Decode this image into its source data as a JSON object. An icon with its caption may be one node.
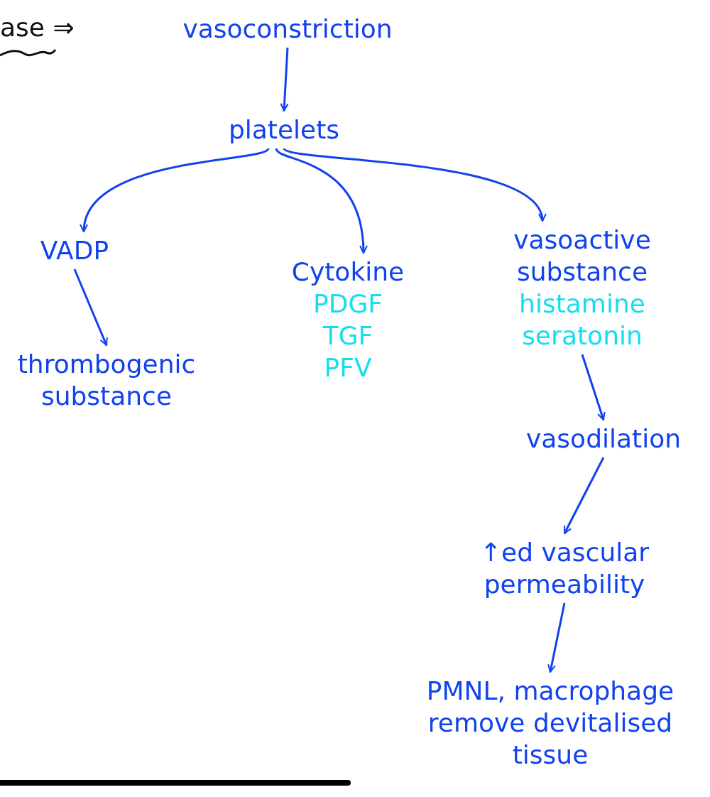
{
  "diagram": {
    "nodes": [
      {
        "text": [
          "vasoconstriction"
        ]
      },
      {
        "text": [
          "platelets"
        ]
      },
      {
        "text": [
          "VADP"
        ]
      },
      {
        "text": [
          "thrombogenic substance"
        ]
      },
      {
        "text": [
          "Cytokine",
          "PDGF",
          "TGF",
          "PFV"
        ]
      },
      {
        "text": [
          "vasoactive substance",
          "histamine",
          "seratonin"
        ]
      },
      {
        "text": [
          "vasodilation"
        ]
      },
      {
        "text": [
          "↑ed vascular permeability"
        ]
      },
      {
        "text": [
          "PMNL, macrophage remove devitalised tissue"
        ]
      }
    ],
    "edges": [
      {
        "from": 0,
        "to": 1,
        "arrow": "to"
      },
      {
        "from": 1,
        "to": 2,
        "arrow": "to"
      },
      {
        "from": 1,
        "to": 4,
        "arrow": "to"
      },
      {
        "from": 1,
        "to": 5,
        "arrow": "to"
      },
      {
        "from": 2,
        "to": 3,
        "arrow": "to"
      },
      {
        "from": 5,
        "to": 6,
        "arrow": "to"
      },
      {
        "from": 6,
        "to": 7,
        "arrow": "to"
      },
      {
        "from": 7,
        "to": 8,
        "arrow": "to"
      }
    ],
    "labels": [
      "ase ⇒"
    ]
  }
}
